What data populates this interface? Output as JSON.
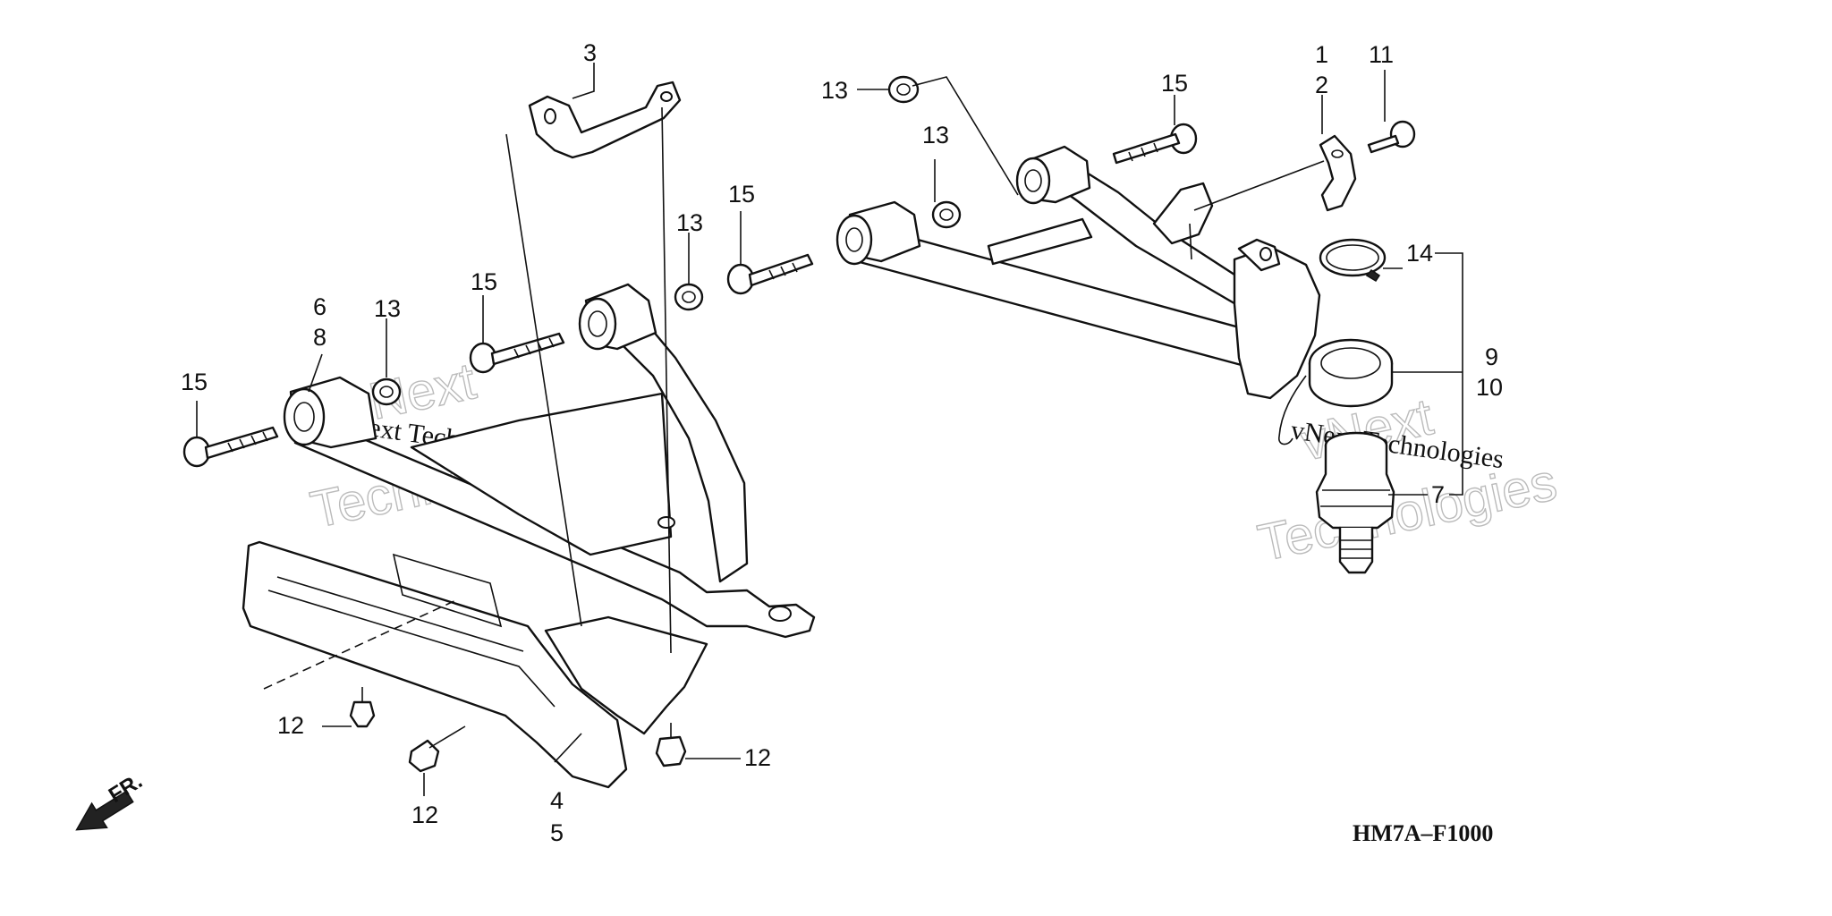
{
  "callouts": {
    "c1": "1",
    "c2": "2",
    "c3": "3",
    "c4": "4",
    "c5": "5",
    "c6": "6",
    "c7": "7",
    "c8": "8",
    "c9": "9",
    "c10": "10",
    "c11": "11",
    "c12a": "12",
    "c12b": "12",
    "c12c": "12",
    "c13a": "13",
    "c13b": "13",
    "c13c": "13",
    "c13d": "13",
    "c14": "14",
    "c15a": "15",
    "c15b": "15",
    "c15c": "15",
    "c15d": "15"
  },
  "direction_label": "FR.",
  "diagram_code": "HM7A–F1000",
  "watermark": {
    "brand": "vNext",
    "line2": "Technologies",
    "small": "vNext Technologies"
  }
}
